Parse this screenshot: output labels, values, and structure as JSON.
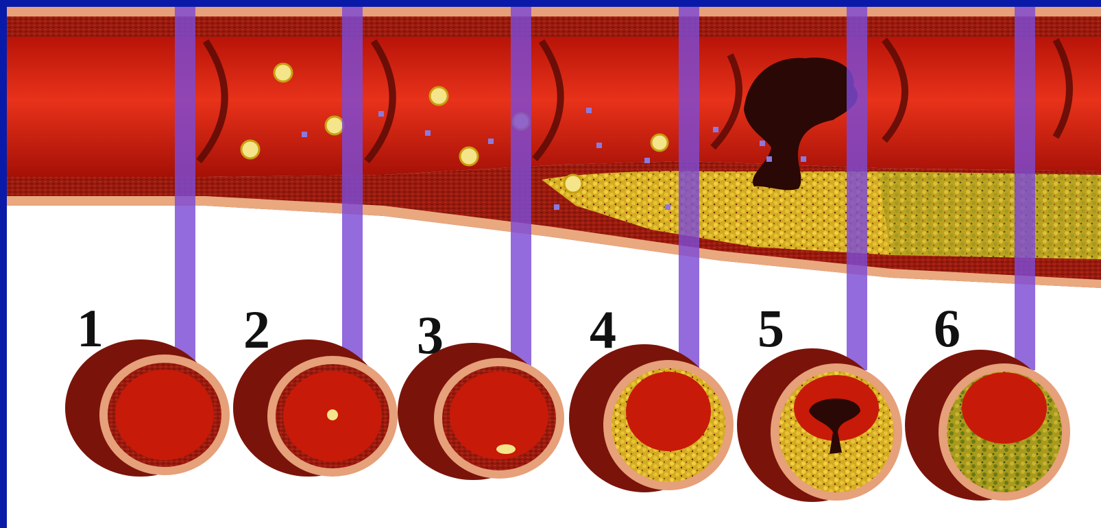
{
  "stages": [
    {
      "number": "1",
      "condition": "normal"
    },
    {
      "number": "2",
      "condition": "cells-entering-wall"
    },
    {
      "number": "3",
      "condition": "early-lesion"
    },
    {
      "number": "4",
      "condition": "fatty-plaque"
    },
    {
      "number": "5",
      "condition": "thrombus-on-plaque"
    },
    {
      "number": "6",
      "condition": "fibrous-plaque"
    }
  ],
  "colors": {
    "frame": "#0a1aa8",
    "background": "#ffffff",
    "blood": "#c81a08",
    "vessel_wall": "#8c1a10",
    "intima": "#e8a878",
    "plaque": "#d6b020",
    "clot": "#2a0a08",
    "section_marker": "#7d4bd6"
  }
}
